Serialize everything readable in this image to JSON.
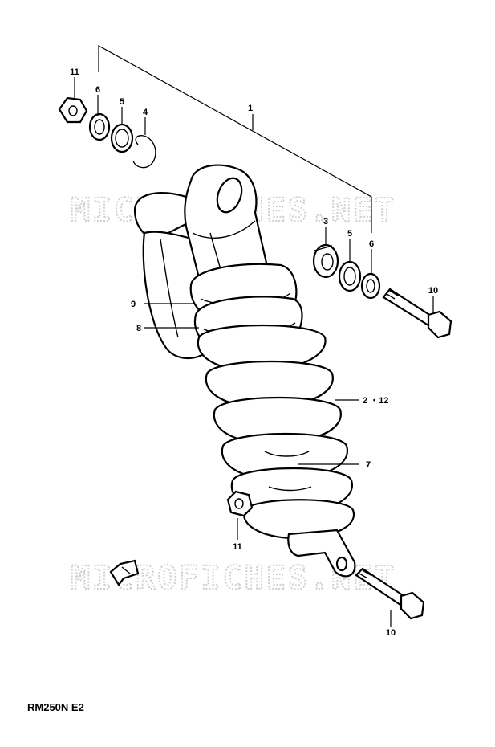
{
  "watermark": "MICROFICHES.NET",
  "model_code": "RM250N  E2",
  "labels": {
    "assy": "1",
    "bearing": "3",
    "circlip": "4",
    "washer_top": "5",
    "washer_right": "5",
    "collar_top": "6",
    "collar_right": "6",
    "spring_seat": "7",
    "lock_nut": "8",
    "adjuster_nut": "9",
    "bolt_top": "10",
    "bolt_bottom": "10",
    "nut_top": "11",
    "nut_bottom": "11",
    "spring": "2 ・12"
  }
}
